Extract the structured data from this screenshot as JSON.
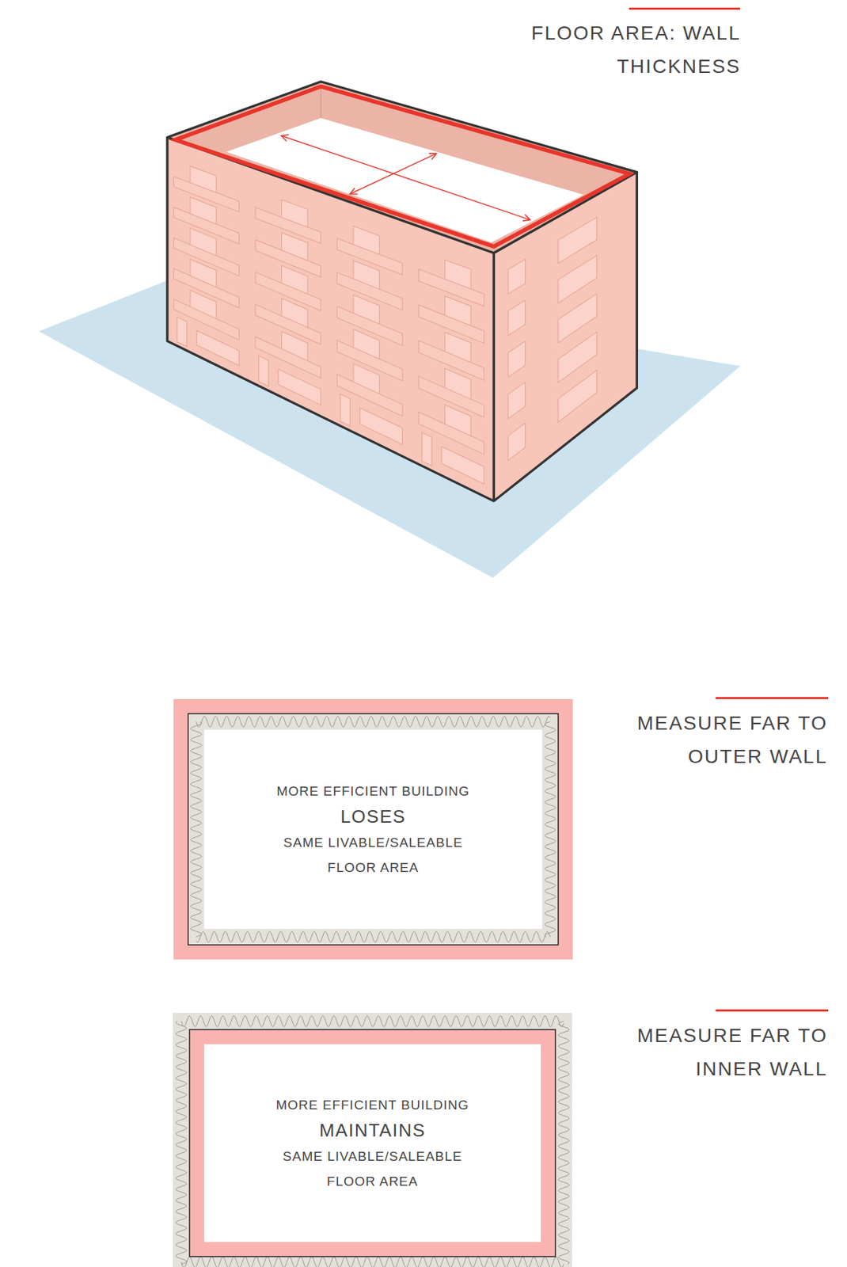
{
  "diagram": {
    "title": "FLOOR AREA: WALL THICKNESS",
    "nodes": [
      {
        "text": [
          "MORE EFFICIENT BUILDING",
          "LOSES",
          "SAME LIVABLE/SALEABLE FLOOR AREA"
        ]
      },
      {
        "text": [
          "MORE EFFICIENT BUILDING",
          "MAINTAINS",
          "SAME LIVABLE/SALEABLE FLOOR AREA"
        ]
      }
    ],
    "labels": [
      "MEASURE FAR TO OUTER WALL",
      "MEASURE FAR TO INNER WALL"
    ]
  }
}
